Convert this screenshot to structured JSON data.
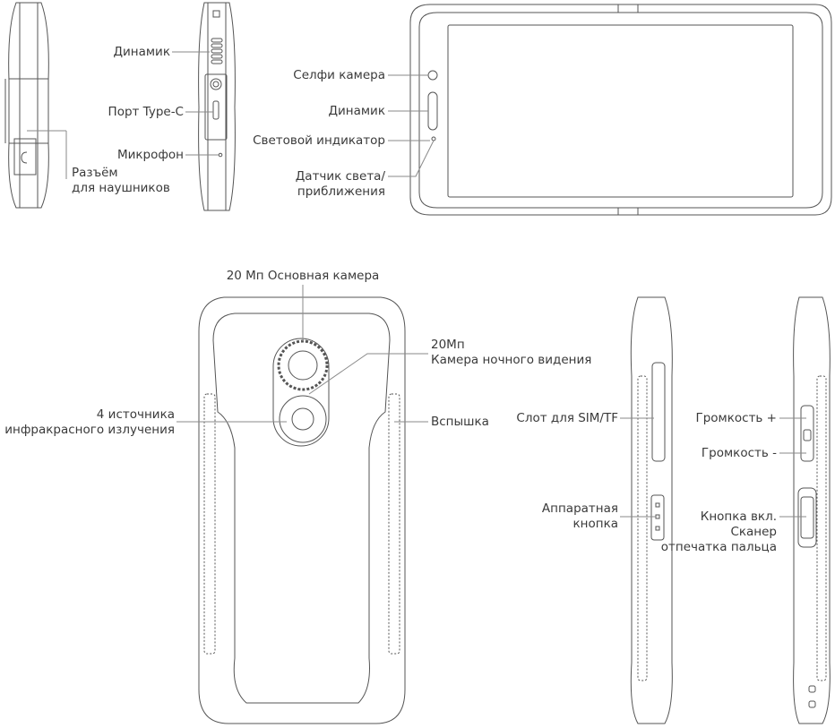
{
  "top_row": {
    "side_view_labels": {
      "headphone_jack": [
        "Разъём",
        "для наушников"
      ]
    },
    "bottom_view_labels": {
      "speaker": "Динамик",
      "type_c_port": "Порт Type-C",
      "microphone": "Микрофон"
    },
    "front_view_labels": {
      "selfie_camera": "Селфи камера",
      "speaker": "Динамик",
      "led_indicator": "Световой индикатор",
      "light_sensor": [
        "Датчик света/",
        "приближения"
      ]
    }
  },
  "bottom_row": {
    "back_view_labels": {
      "main_camera": "20 Мп Основная камера",
      "night_camera": [
        "20Мп",
        "Камера ночного видения"
      ],
      "ir_sources": [
        "4 источника",
        "инфракрасного излучения"
      ],
      "flash": "Вспышка"
    },
    "left_side_labels": {
      "sim_slot": "Слот для SIM/TF",
      "hardware_button": [
        "Аппаратная",
        "кнопка"
      ]
    },
    "right_side_labels": {
      "volume_up": "Громкость +",
      "volume_down": "Громкость -",
      "power_button": [
        "Кнопка вкл.",
        "Сканер",
        "отпечатка пальца"
      ]
    }
  },
  "colors": {
    "line": "#555555",
    "leader": "#8a8a8a",
    "text": "#3a3a3a"
  }
}
